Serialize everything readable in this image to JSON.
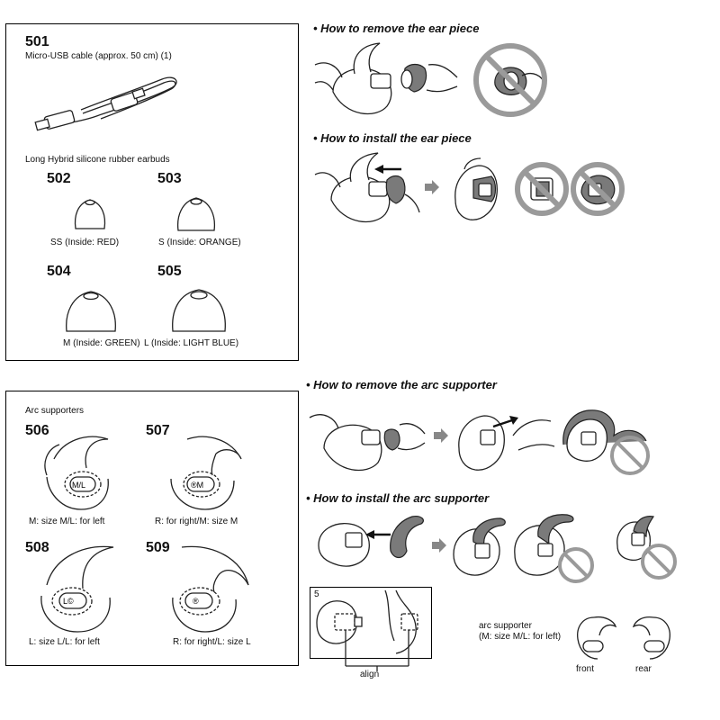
{
  "box1": {
    "cable": {
      "number": "501",
      "caption": "Micro-USB cable (approx. 50 cm) (1)"
    },
    "earbuds_title": "Long Hybrid silicone rubber earbuds",
    "earbuds": [
      {
        "number": "502",
        "caption": "SS (Inside: RED)"
      },
      {
        "number": "503",
        "caption": "S (Inside: ORANGE)"
      },
      {
        "number": "504",
        "caption": "M (Inside: GREEN)"
      },
      {
        "number": "505",
        "caption": "L (Inside: LIGHT BLUE)"
      }
    ]
  },
  "box2": {
    "title": "Arc supporters",
    "supporters": [
      {
        "number": "506",
        "caption": "M: size M/L: for left",
        "mark": "M/L"
      },
      {
        "number": "507",
        "caption": "R: for right/M: size M",
        "mark": "®M"
      },
      {
        "number": "508",
        "caption": "L: size L/L: for left",
        "mark": "L©"
      },
      {
        "number": "509",
        "caption": "R: for right/L: size L",
        "mark": "®"
      }
    ]
  },
  "sections": {
    "remove_ear_piece": "• How to remove the ear piece",
    "install_ear_piece": "• How to install the ear piece",
    "remove_arc": "• How to remove the arc supporter",
    "install_arc": "• How to install the arc supporter"
  },
  "inset": {
    "step": "5",
    "align_label": "align"
  },
  "arc_note": {
    "line1": "arc supporter",
    "line2": "(M: size M/L: for left)",
    "front": "front",
    "rear": "rear"
  }
}
